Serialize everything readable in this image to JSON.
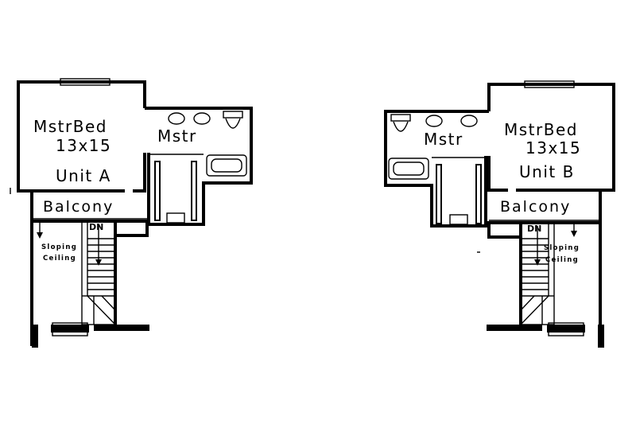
{
  "unit_a": {
    "bedroom_name": "MstrBed",
    "bedroom_size": "13x15",
    "unit_label": "Unit A",
    "bath_label": "Mstr",
    "balcony_label": "Balcony",
    "stair_label": "DN",
    "ceiling_line1": "Sloping",
    "ceiling_line2": "Ceiling"
  },
  "unit_b": {
    "bedroom_name": "MstrBed",
    "bedroom_size": "13x15",
    "unit_label": "Unit B",
    "bath_label": "Mstr",
    "balcony_label": "Balcony",
    "stair_label": "DN",
    "ceiling_line1": "Sloping",
    "ceiling_line2": "Ceiling"
  }
}
